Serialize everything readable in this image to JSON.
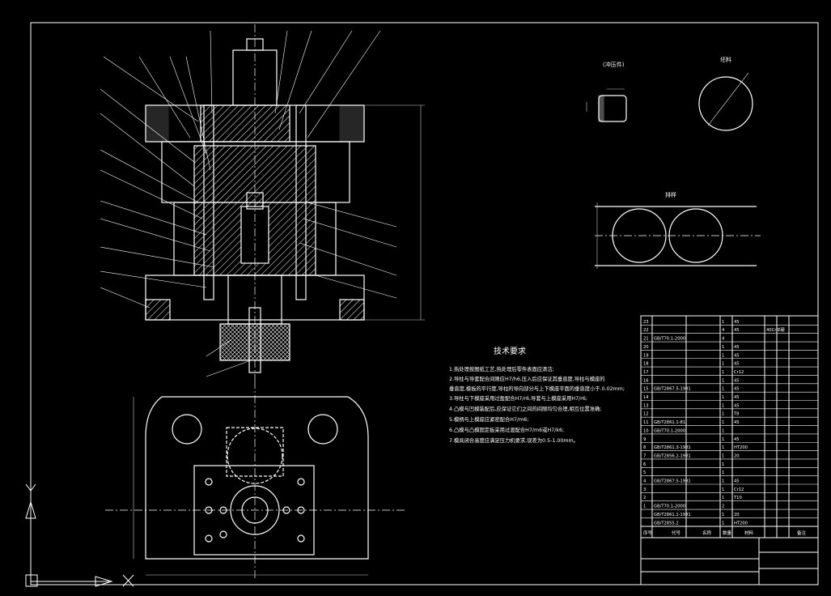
{
  "drawing": {
    "background_color": "#000000",
    "line_color": "#ffffff",
    "dim_color": "#c8c8c8"
  },
  "views": {
    "blank_label": "(冲压件)",
    "round_label": "坯料",
    "layout_label": "排样"
  },
  "technical_requirements": {
    "title": "技术要求",
    "lines": [
      "1.热处理按图纸工艺,热处理后零件表面应清洁;",
      "2.导柱与导套配合间隙应H7/h6,压入后应保证其垂直度,导柱与模座的",
      "  垂直度,模板的平行度,导柱的导向部分与上下模座平面的垂直度小于.0.02mm;",
      "3.导柱与下模座采用过盈配合H7/r6,导套与上模座采用H7/r6;",
      "4.凸模与凹模装配后,应保证它们之间的间隙均匀合理,相互位置准确;",
      "5.模柄与上模座应紧密配合H7/m6;",
      "6.凸模与凸模固定板采用过渡配合H7/m6或H7/k6;",
      "7.模具闭合高度应满足压力机要求,误差为0.5-1.00mm。"
    ]
  },
  "bom_rows": [
    [
      "23",
      "",
      "1",
      "45",
      ""
    ],
    [
      "22",
      "",
      "4",
      "45",
      "40Cr淬硬"
    ],
    [
      "21",
      "GB/T70.1-2000",
      "4",
      "",
      ""
    ],
    [
      "20",
      "",
      "1",
      "45",
      ""
    ],
    [
      "19",
      "",
      "1",
      "45",
      ""
    ],
    [
      "18",
      "",
      "1",
      "45",
      ""
    ],
    [
      "17",
      "",
      "1",
      "Cr12",
      ""
    ],
    [
      "16",
      "",
      "1",
      "45",
      ""
    ],
    [
      "15",
      "GB/T2867.5-1981",
      "1",
      "45",
      ""
    ],
    [
      "14",
      "",
      "1",
      "45",
      ""
    ],
    [
      "13",
      "",
      "1",
      "45",
      ""
    ],
    [
      "12",
      "",
      "1",
      "T8",
      ""
    ],
    [
      "11",
      "GB/T2861.1-81",
      "1",
      "45",
      ""
    ],
    [
      "10",
      "GB/T70.1-2000",
      "1",
      "",
      ""
    ],
    [
      "9",
      "",
      "1",
      "45",
      ""
    ],
    [
      "8",
      "GB/T2861.3-1981",
      "1",
      "HT200",
      ""
    ],
    [
      "7",
      "GB/T2856.2-1981",
      "1",
      "20",
      ""
    ],
    [
      "6",
      "",
      "1",
      "",
      ""
    ],
    [
      "5",
      "",
      "1",
      "",
      ""
    ],
    [
      "4",
      "GB/T2867.5-1981",
      "1",
      "45",
      ""
    ],
    [
      "3",
      "",
      "1",
      "Cr12",
      ""
    ],
    [
      "2",
      "",
      "1",
      "T10",
      ""
    ],
    [
      "1",
      "GB/T70.1-2000",
      "2",
      "",
      ""
    ],
    [
      "",
      "GB/T2861.1-1981",
      "1",
      "20",
      ""
    ],
    [
      "",
      "GB/T2855.2",
      "1",
      "HT200",
      ""
    ]
  ],
  "bom_header": [
    "序号",
    "代号",
    "名称",
    "数量",
    "材料",
    "备注"
  ]
}
